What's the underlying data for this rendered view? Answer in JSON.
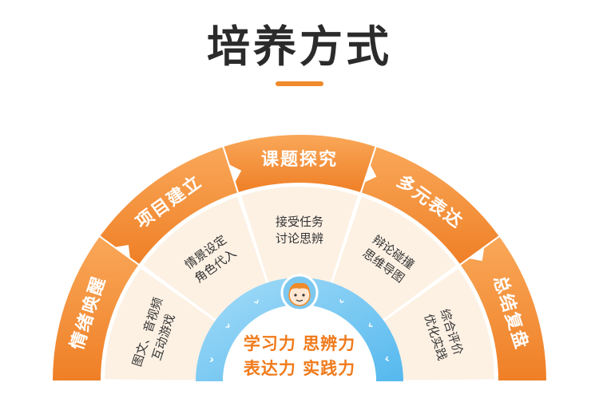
{
  "title": "培养方式",
  "colors": {
    "accent": "#f08a2a",
    "band_light": "#f9a859",
    "band_dark": "#ef7f26",
    "sector_fill": "#fdf1e4",
    "blue": "#6cc4f2",
    "center_text": "#f07a1a"
  },
  "stages": [
    {
      "label": "情绪唤醒",
      "lines": [
        "图文、音视频",
        "互动游戏"
      ]
    },
    {
      "label": "项目建立",
      "lines": [
        "情景设定",
        "角色代入"
      ]
    },
    {
      "label": "课题探究",
      "lines": [
        "接受任务",
        "讨论思辨"
      ]
    },
    {
      "label": "多元表达",
      "lines": [
        "辩论碰撞",
        "思维导图"
      ]
    },
    {
      "label": "总结复盘",
      "lines": [
        "综合评价",
        "优化实践"
      ]
    }
  ],
  "center": {
    "line1": "学习力  思辨力",
    "line2": "表达力  实践力",
    "icon": "child-face-icon"
  }
}
